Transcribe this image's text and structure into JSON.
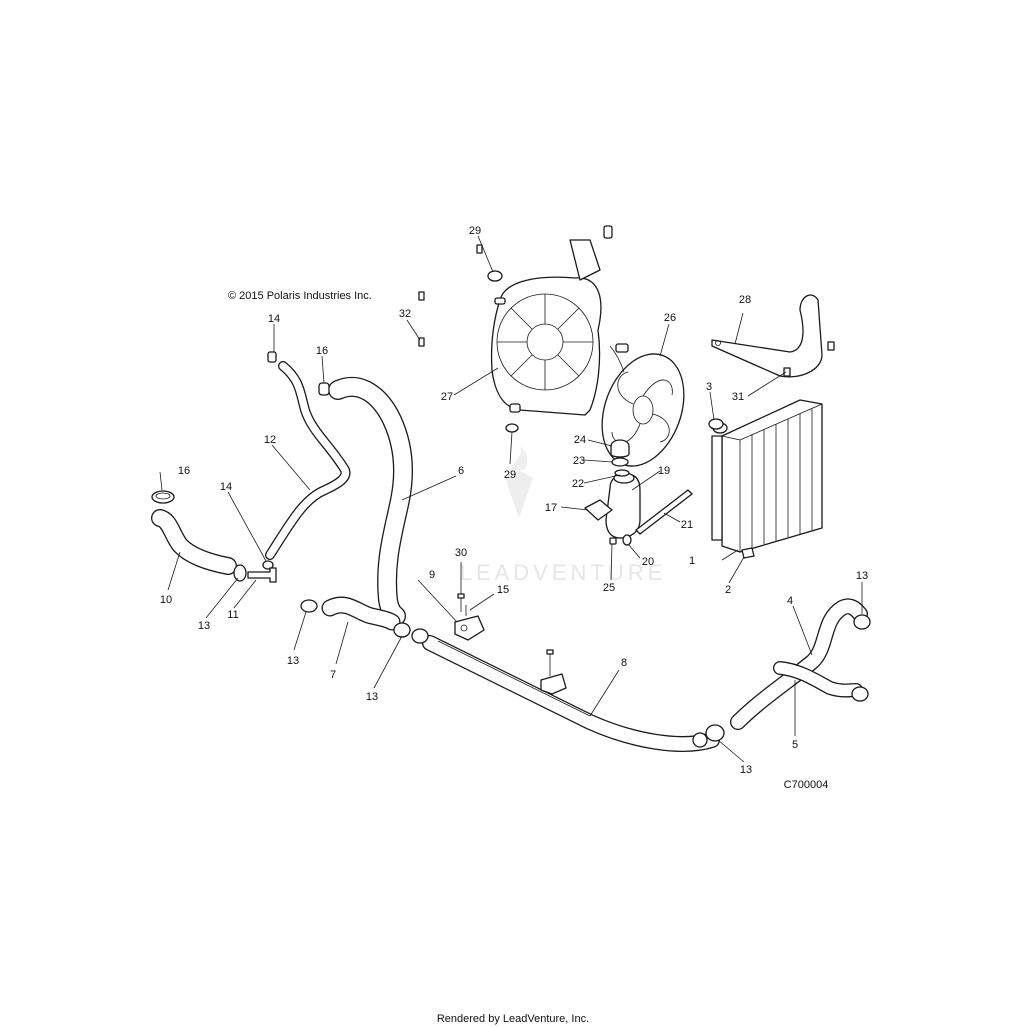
{
  "copyright": "© 2015 Polaris Industries Inc.",
  "diagram_code": "C700004",
  "footer": "Rendered by LeadVenture, Inc.",
  "watermark": "LEADVENTURE",
  "callouts": {
    "c1": "1",
    "c2": "2",
    "c3": "3",
    "c4": "4",
    "c5": "5",
    "c6": "6",
    "c7": "7",
    "c8": "8",
    "c9": "9",
    "c10": "10",
    "c11": "11",
    "c12": "12",
    "c13": "13",
    "c14": "14",
    "c15": "15",
    "c16": "16",
    "c17": "17",
    "c19": "19",
    "c20": "20",
    "c21": "21",
    "c22": "22",
    "c23": "23",
    "c24": "24",
    "c25": "25",
    "c26": "26",
    "c27": "27",
    "c28": "28",
    "c29": "29",
    "c30": "30",
    "c31": "31",
    "c32": "32"
  }
}
